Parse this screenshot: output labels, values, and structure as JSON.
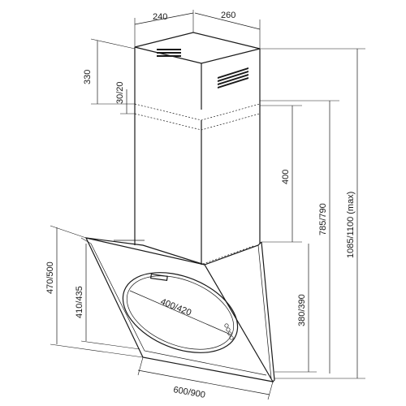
{
  "dimensions": {
    "chimney_width": "240",
    "chimney_depth": "260",
    "chimney_top_height": "330",
    "overlap": "30/20",
    "lower_chimney": "400",
    "glass_height": "470/500",
    "panel_height": "410/435",
    "total_min": "785/790",
    "total_max": "1085/1100 (max)",
    "lower_height": "380/390",
    "hood_width": "600/900",
    "glass_opening": "400/420"
  }
}
